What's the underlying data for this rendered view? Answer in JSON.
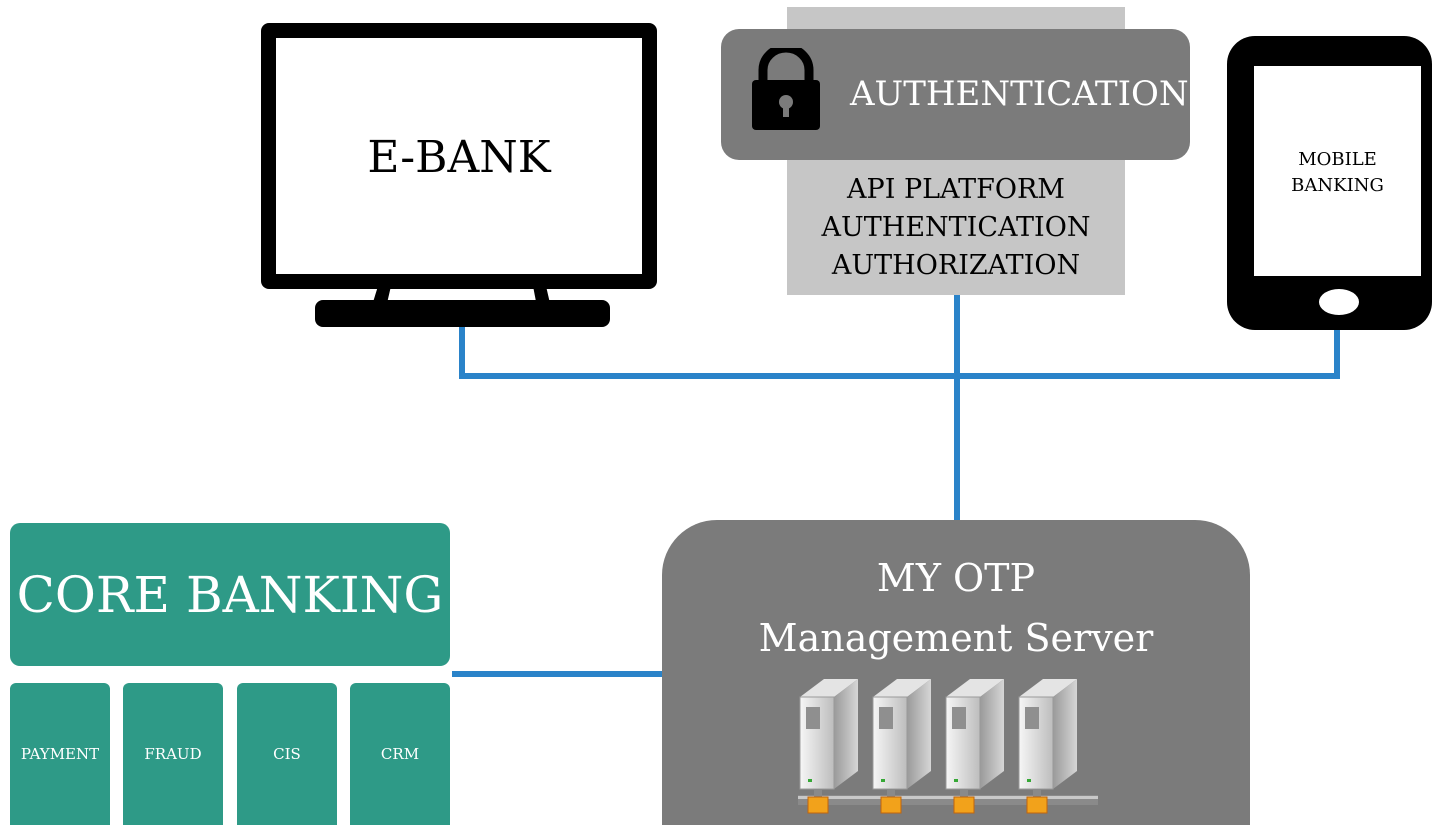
{
  "nodes": {
    "ebank": {
      "label": "E-BANK"
    },
    "auth": {
      "header": "AUTHENTICATION",
      "lines": [
        "API PLATFORM",
        "AUTHENTICATION",
        "AUTHORIZATION"
      ]
    },
    "mobile": {
      "lines": [
        "MOBILE",
        "BANKING"
      ]
    },
    "core": {
      "title": "CORE BANKING",
      "modules": [
        "PAYMENT",
        "FRAUD",
        "CIS",
        "CRM"
      ]
    },
    "otp": {
      "lines": [
        "MY OTP",
        "Management Server"
      ]
    }
  },
  "colors": {
    "connector": "#2a83c9",
    "teal": "#2e9a87",
    "dark_gray": "#7b7b7b",
    "light_gray": "#c6c6c6",
    "device": "#000000"
  },
  "icons": [
    "lock-icon",
    "monitor-icon",
    "phone-icon",
    "server-icon"
  ]
}
